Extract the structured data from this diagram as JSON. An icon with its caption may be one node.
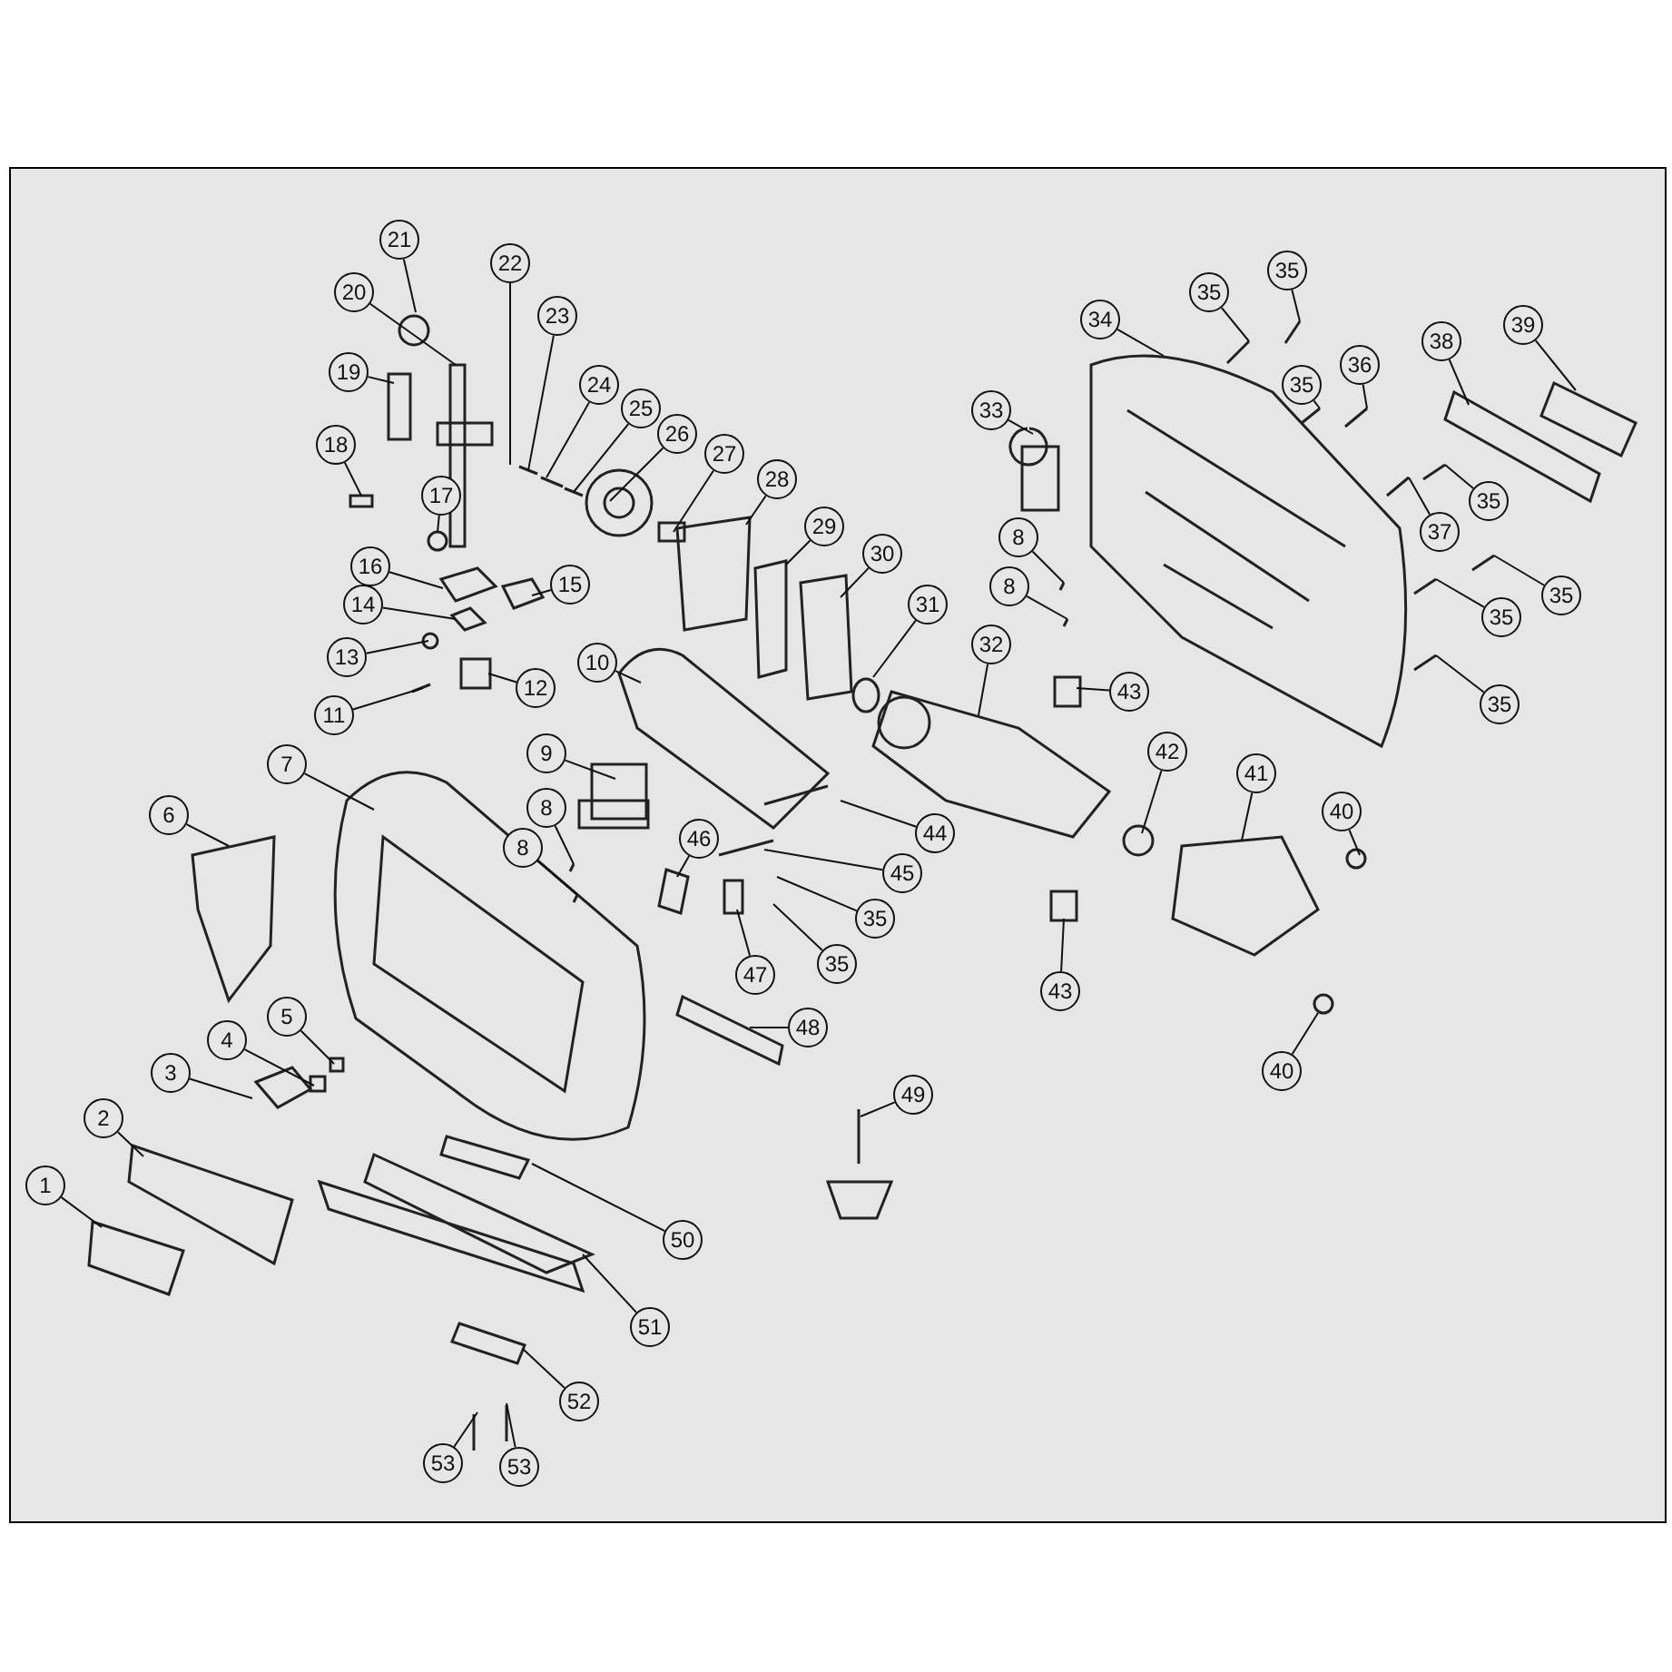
{
  "diagram": {
    "nodes": [
      {
        "text": [
          "21"
        ]
      },
      {
        "text": [
          "22"
        ]
      },
      {
        "text": [
          "35"
        ]
      },
      {
        "text": [
          "35"
        ]
      },
      {
        "text": [
          "20"
        ]
      },
      {
        "text": [
          "23"
        ]
      },
      {
        "text": [
          "34"
        ]
      },
      {
        "text": [
          "39"
        ]
      },
      {
        "text": [
          "38"
        ]
      },
      {
        "text": [
          "36"
        ]
      },
      {
        "text": [
          "19"
        ]
      },
      {
        "text": [
          "24"
        ]
      },
      {
        "text": [
          "35"
        ]
      },
      {
        "text": [
          "25"
        ]
      },
      {
        "text": [
          "33"
        ]
      },
      {
        "text": [
          "26"
        ]
      },
      {
        "text": [
          "18"
        ]
      },
      {
        "text": [
          "27"
        ]
      },
      {
        "text": [
          "28"
        ]
      },
      {
        "text": [
          "17"
        ]
      },
      {
        "text": [
          "35"
        ]
      },
      {
        "text": [
          "29"
        ]
      },
      {
        "text": [
          "37"
        ]
      },
      {
        "text": [
          "8"
        ]
      },
      {
        "text": [
          "30"
        ]
      },
      {
        "text": [
          "16"
        ]
      },
      {
        "text": [
          "15"
        ]
      },
      {
        "text": [
          "8"
        ]
      },
      {
        "text": [
          "35"
        ]
      },
      {
        "text": [
          "14"
        ]
      },
      {
        "text": [
          "31"
        ]
      },
      {
        "text": [
          "35"
        ]
      },
      {
        "text": [
          "32"
        ]
      },
      {
        "text": [
          "13"
        ]
      },
      {
        "text": [
          "10"
        ]
      },
      {
        "text": [
          "12"
        ]
      },
      {
        "text": [
          "43"
        ]
      },
      {
        "text": [
          "35"
        ]
      },
      {
        "text": [
          "11"
        ]
      },
      {
        "text": [
          "42"
        ]
      },
      {
        "text": [
          "9"
        ]
      },
      {
        "text": [
          "7"
        ]
      },
      {
        "text": [
          "41"
        ]
      },
      {
        "text": [
          "8"
        ]
      },
      {
        "text": [
          "40"
        ]
      },
      {
        "text": [
          "6"
        ]
      },
      {
        "text": [
          "44"
        ]
      },
      {
        "text": [
          "46"
        ]
      },
      {
        "text": [
          "8"
        ]
      },
      {
        "text": [
          "45"
        ]
      },
      {
        "text": [
          "35"
        ]
      },
      {
        "text": [
          "35"
        ]
      },
      {
        "text": [
          "47"
        ]
      },
      {
        "text": [
          "43"
        ]
      },
      {
        "text": [
          "5"
        ]
      },
      {
        "text": [
          "48"
        ]
      },
      {
        "text": [
          "4"
        ]
      },
      {
        "text": [
          "40"
        ]
      },
      {
        "text": [
          "3"
        ]
      },
      {
        "text": [
          "49"
        ]
      },
      {
        "text": [
          "2"
        ]
      },
      {
        "text": [
          "1"
        ]
      },
      {
        "text": [
          "50"
        ]
      },
      {
        "text": [
          "51"
        ]
      },
      {
        "text": [
          "52"
        ]
      },
      {
        "text": [
          "53"
        ]
      },
      {
        "text": [
          "53"
        ]
      }
    ],
    "edges": [
      {
        "from": 0,
        "to": null,
        "arrow": "none"
      },
      {
        "from": 1,
        "to": null,
        "arrow": "none"
      },
      {
        "from": 2,
        "to": null,
        "arrow": "none"
      },
      {
        "from": 3,
        "to": null,
        "arrow": "none"
      },
      {
        "from": 4,
        "to": null,
        "arrow": "none"
      },
      {
        "from": 5,
        "to": null,
        "arrow": "none"
      },
      {
        "from": 6,
        "to": null,
        "arrow": "none"
      },
      {
        "from": 7,
        "to": null,
        "arrow": "none"
      },
      {
        "from": 8,
        "to": null,
        "arrow": "none"
      },
      {
        "from": 9,
        "to": null,
        "arrow": "none"
      },
      {
        "from": 10,
        "to": null,
        "arrow": "none"
      },
      {
        "from": 11,
        "to": null,
        "arrow": "none"
      },
      {
        "from": 12,
        "to": null,
        "arrow": "none"
      },
      {
        "from": 13,
        "to": null,
        "arrow": "none"
      },
      {
        "from": 14,
        "to": null,
        "arrow": "none"
      },
      {
        "from": 15,
        "to": null,
        "arrow": "none"
      },
      {
        "from": 16,
        "to": null,
        "arrow": "none"
      },
      {
        "from": 17,
        "to": null,
        "arrow": "none"
      },
      {
        "from": 18,
        "to": null,
        "arrow": "none"
      },
      {
        "from": 19,
        "to": null,
        "arrow": "none"
      },
      {
        "from": 20,
        "to": null,
        "arrow": "none"
      },
      {
        "from": 21,
        "to": null,
        "arrow": "none"
      },
      {
        "from": 22,
        "to": null,
        "arrow": "none"
      },
      {
        "from": 23,
        "to": null,
        "arrow": "none"
      },
      {
        "from": 24,
        "to": null,
        "arrow": "none"
      },
      {
        "from": 25,
        "to": null,
        "arrow": "none"
      },
      {
        "from": 26,
        "to": null,
        "arrow": "none"
      },
      {
        "from": 27,
        "to": null,
        "arrow": "none"
      },
      {
        "from": 28,
        "to": null,
        "arrow": "none"
      },
      {
        "from": 29,
        "to": null,
        "arrow": "none"
      },
      {
        "from": 30,
        "to": null,
        "arrow": "none"
      },
      {
        "from": 31,
        "to": null,
        "arrow": "none"
      },
      {
        "from": 32,
        "to": null,
        "arrow": "none"
      },
      {
        "from": 33,
        "to": null,
        "arrow": "none"
      },
      {
        "from": 34,
        "to": null,
        "arrow": "none"
      },
      {
        "from": 35,
        "to": null,
        "arrow": "none"
      },
      {
        "from": 36,
        "to": null,
        "arrow": "none"
      },
      {
        "from": 37,
        "to": null,
        "arrow": "none"
      },
      {
        "from": 38,
        "to": null,
        "arrow": "none"
      },
      {
        "from": 39,
        "to": null,
        "arrow": "none"
      },
      {
        "from": 40,
        "to": null,
        "arrow": "none"
      },
      {
        "from": 41,
        "to": null,
        "arrow": "none"
      },
      {
        "from": 42,
        "to": null,
        "arrow": "none"
      },
      {
        "from": 43,
        "to": null,
        "arrow": "none"
      },
      {
        "from": 44,
        "to": null,
        "arrow": "none"
      },
      {
        "from": 45,
        "to": null,
        "arrow": "none"
      },
      {
        "from": 46,
        "to": null,
        "arrow": "none"
      },
      {
        "from": 47,
        "to": null,
        "arrow": "none"
      },
      {
        "from": 48,
        "to": null,
        "arrow": "none"
      },
      {
        "from": 49,
        "to": null,
        "arrow": "none"
      },
      {
        "from": 50,
        "to": null,
        "arrow": "none"
      },
      {
        "from": 51,
        "to": null,
        "arrow": "none"
      },
      {
        "from": 52,
        "to": null,
        "arrow": "none"
      },
      {
        "from": 53,
        "to": null,
        "arrow": "none"
      },
      {
        "from": 54,
        "to": null,
        "arrow": "none"
      },
      {
        "from": 55,
        "to": null,
        "arrow": "none"
      },
      {
        "from": 56,
        "to": null,
        "arrow": "none"
      },
      {
        "from": 57,
        "to": null,
        "arrow": "none"
      },
      {
        "from": 58,
        "to": null,
        "arrow": "none"
      },
      {
        "from": 59,
        "to": null,
        "arrow": "none"
      },
      {
        "from": 60,
        "to": null,
        "arrow": "none"
      },
      {
        "from": 61,
        "to": null,
        "arrow": "none"
      },
      {
        "from": 62,
        "to": null,
        "arrow": "none"
      },
      {
        "from": 63,
        "to": null,
        "arrow": "none"
      },
      {
        "from": 64,
        "to": null,
        "arrow": "none"
      },
      {
        "from": 65,
        "to": null,
        "arrow": "none"
      },
      {
        "from": 66,
        "to": null,
        "arrow": "none"
      }
    ]
  }
}
